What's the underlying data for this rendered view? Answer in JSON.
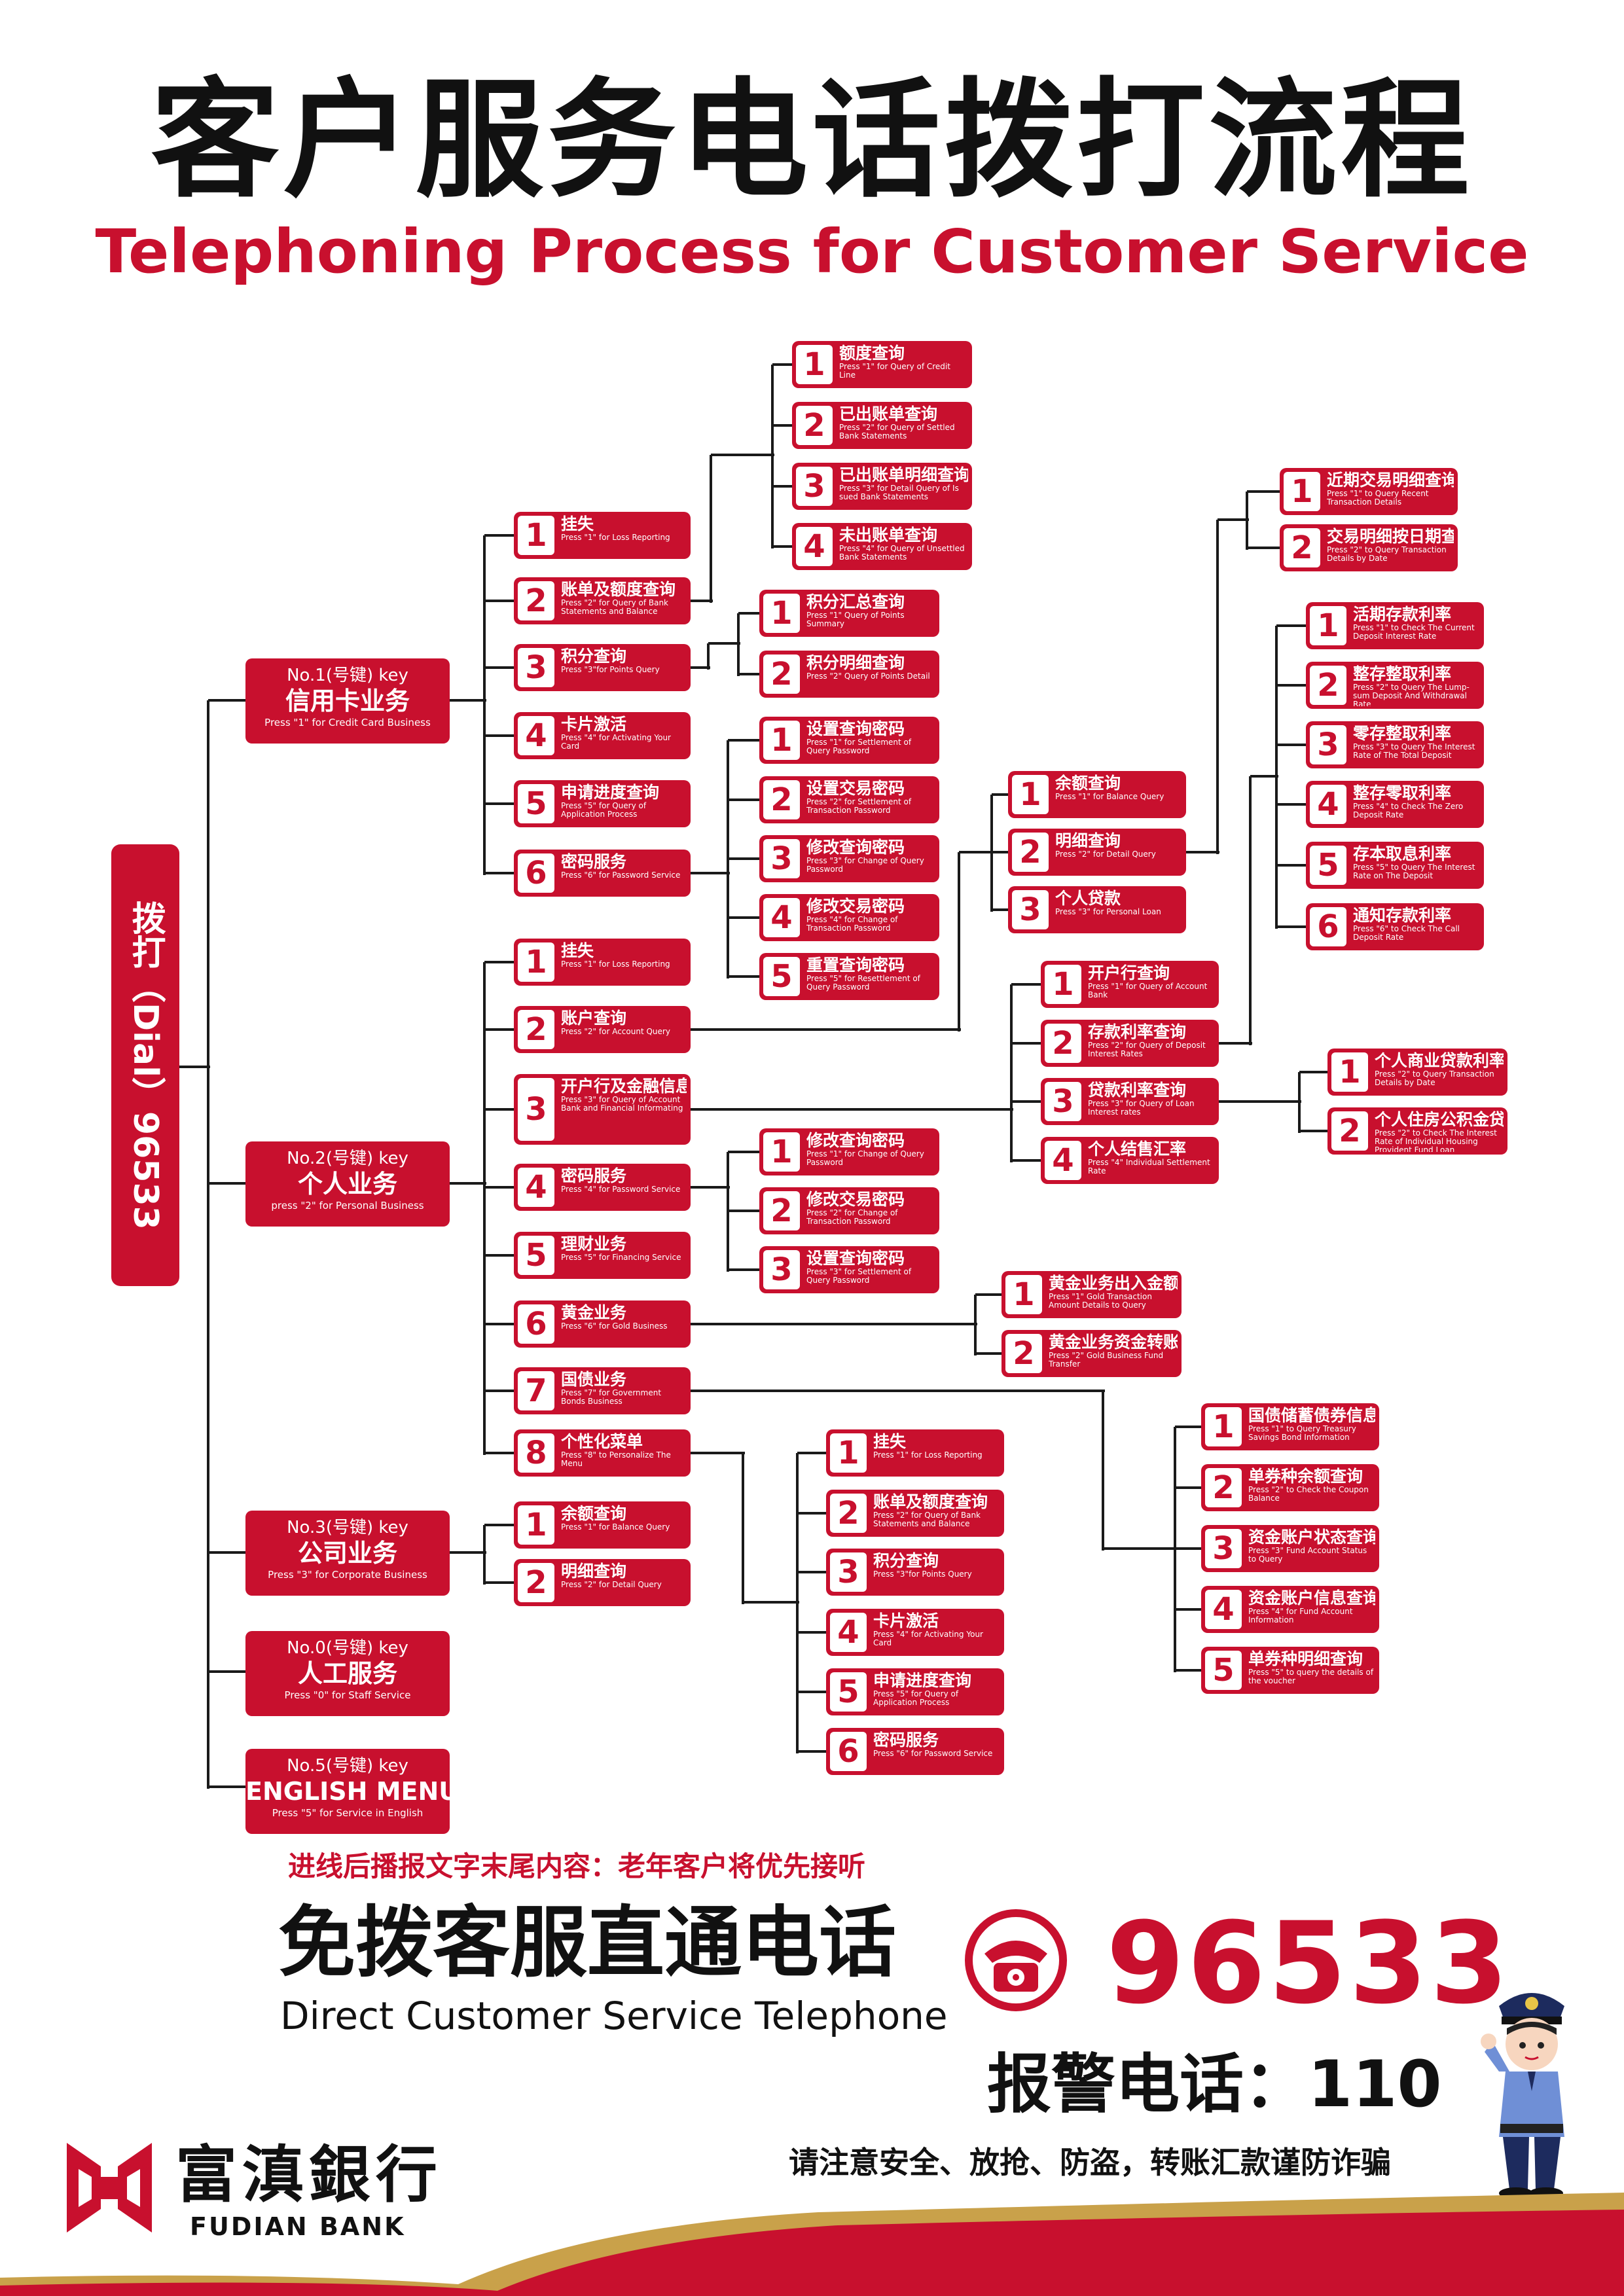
{
  "header": {
    "title": "客户服务电话拨打流程",
    "subtitle": "Telephoning Process for Customer Service"
  },
  "colors": {
    "brand_red": "#c8102e",
    "text_dark": "#111111",
    "gold": "#c9a14a"
  },
  "dial": {
    "text": "拨打（Dial）96533"
  },
  "tree": {
    "credit": {
      "key": "No.1(号键) key",
      "zh": "信用卡业务",
      "en": "Press \"1\" for Credit Card Business",
      "items": [
        {
          "n": "1",
          "zh": "挂失",
          "en": "Press \"1\" for Loss Reporting"
        },
        {
          "n": "2",
          "zh": "账单及额度查询",
          "en": "Press \"2\" for Query of Bank Statements and Balance"
        },
        {
          "n": "3",
          "zh": "积分查询",
          "en": "Press \"3\"for Points Query"
        },
        {
          "n": "4",
          "zh": "卡片激活",
          "en": "Press \"4\" for Activating Your Card"
        },
        {
          "n": "5",
          "zh": "申请进度查询",
          "en": "Press \"5\" for Query of Application Process"
        },
        {
          "n": "6",
          "zh": "密码服务",
          "en": "Press \"6\" for Password Service"
        }
      ],
      "billing": [
        {
          "n": "1",
          "zh": "额度查询",
          "en": "Press \"1\" for Query of Credit Line"
        },
        {
          "n": "2",
          "zh": "已出账单查询",
          "en": "Press \"2\" for Query of Settled Bank Statements"
        },
        {
          "n": "3",
          "zh": "已出账单明细查询",
          "en": "Press \"3\" for Detail Query of Is sued Bank Statements"
        },
        {
          "n": "4",
          "zh": "未出账单查询",
          "en": "Press \"4\" for Query of Unsettled Bank Statements"
        }
      ],
      "points": [
        {
          "n": "1",
          "zh": "积分汇总查询",
          "en": "Press \"1\" Query of Points Summary"
        },
        {
          "n": "2",
          "zh": "积分明细查询",
          "en": "Press \"2\" Query of Points Detail"
        }
      ],
      "password": [
        {
          "n": "1",
          "zh": "设置查询密码",
          "en": "Press \"1\" for Settlement of Query Password"
        },
        {
          "n": "2",
          "zh": "设置交易密码",
          "en": "Press \"2\" for Settlement of Transaction Password"
        },
        {
          "n": "3",
          "zh": "修改查询密码",
          "en": "Press \"3\" for Change of Query Password"
        },
        {
          "n": "4",
          "zh": "修改交易密码",
          "en": "Press \"4\" for Change of Transaction Password"
        },
        {
          "n": "5",
          "zh": "重置查询密码",
          "en": "Press \"5\" for Resettlement of Query Password"
        }
      ]
    },
    "personal": {
      "key": "No.2(号键) key",
      "zh": "个人业务",
      "en": "press \"2\" for Personal Business",
      "items": [
        {
          "n": "1",
          "zh": "挂失",
          "en": "Press \"1\" for Loss Reporting"
        },
        {
          "n": "2",
          "zh": "账户查询",
          "en": "Press \"2\" for Account Query"
        },
        {
          "n": "3",
          "zh": "开户行及金融信息查询",
          "en": "Press \"3\" for Query of Account Bank and Financial Informating"
        },
        {
          "n": "4",
          "zh": "密码服务",
          "en": "Press \"4\" for Password Service"
        },
        {
          "n": "5",
          "zh": "理财业务",
          "en": "Press \"5\" for Financing Service"
        },
        {
          "n": "6",
          "zh": "黄金业务",
          "en": "Press \"6\" for Gold Business"
        },
        {
          "n": "7",
          "zh": "国债业务",
          "en": "Press \"7\" for Government Bonds Business"
        },
        {
          "n": "8",
          "zh": "个性化菜单",
          "en": "Press \"8\" to Personalize The Menu"
        }
      ],
      "account": [
        {
          "n": "1",
          "zh": "余额查询",
          "en": "Press \"1\" for Balance Query"
        },
        {
          "n": "2",
          "zh": "明细查询",
          "en": "Press \"2\" for Detail Query"
        },
        {
          "n": "3",
          "zh": "个人贷款",
          "en": "Press \"3\" for Personal Loan"
        }
      ],
      "detail": [
        {
          "n": "1",
          "zh": "近期交易明细查询",
          "en": "Press \"1\" to Query Recent Transaction Details"
        },
        {
          "n": "2",
          "zh": "交易明细按日期查询",
          "en": "Press \"2\" to Query Transaction Details by Date"
        }
      ],
      "bankinfo": [
        {
          "n": "1",
          "zh": "开户行查询",
          "en": "Press \"1\" for Query of Account Bank"
        },
        {
          "n": "2",
          "zh": "存款利率查询",
          "en": "Press \"2\" for Query of Deposit Interest Rates"
        },
        {
          "n": "3",
          "zh": "贷款利率查询",
          "en": "Press \"3\" for Query of Loan Interest rates"
        },
        {
          "n": "4",
          "zh": "个人结售汇率",
          "en": "Press \"4\" Individual Settlement Rate"
        }
      ],
      "deposit": [
        {
          "n": "1",
          "zh": "活期存款利率",
          "en": "Press \"1\" to Check The Current Deposit Interest Rate"
        },
        {
          "n": "2",
          "zh": "整存整取利率",
          "en": "Press \"2\" to Query The Lump-sum Deposit And Withdrawal Rate"
        },
        {
          "n": "3",
          "zh": "零存整取利率",
          "en": "Press \"3\" to Query The Interest Rate of The Total Deposit"
        },
        {
          "n": "4",
          "zh": "整存零取利率",
          "en": "Press \"4\" to Check The Zero Deposit Rate"
        },
        {
          "n": "5",
          "zh": "存本取息利率",
          "en": "Press \"5\" to Query The Interest Rate on The Deposit"
        },
        {
          "n": "6",
          "zh": "通知存款利率",
          "en": "Press \"6\" to Check The Call Deposit Rate"
        }
      ],
      "loanrate": [
        {
          "n": "1",
          "zh": "个人商业贷款利率",
          "en": "Press \"2\" to Query Transaction Details by Date"
        },
        {
          "n": "2",
          "zh": "个人住房公积金贷款利率",
          "en": "Press \"2\" to Check The Interest Rate of Individual Housing Provident Fund Loan"
        }
      ],
      "pwd": [
        {
          "n": "1",
          "zh": "修改查询密码",
          "en": "Press \"1\" for Change of Query Password"
        },
        {
          "n": "2",
          "zh": "修改交易密码",
          "en": "Press \"2\" for Change of Transaction Password"
        },
        {
          "n": "3",
          "zh": "设置查询密码",
          "en": "Press \"3\" for Settlement of Query Password"
        }
      ],
      "gold": [
        {
          "n": "1",
          "zh": "黄金业务出入金额明细查询",
          "en": "Press \"1\" Gold Transaction Amount Details to Query"
        },
        {
          "n": "2",
          "zh": "黄金业务资金转账",
          "en": "Press \"2\" Gold Business Fund Transfer"
        }
      ],
      "bonds": [
        {
          "n": "1",
          "zh": "国债储蓄债券信息查询",
          "en": "Press \"1\" to Query Treasury Savings Bond Information"
        },
        {
          "n": "2",
          "zh": "单券种余额查询",
          "en": "Press \"2\" to Check the Coupon Balance"
        },
        {
          "n": "3",
          "zh": "资金账户状态查询",
          "en": "Press \"3\" Fund Account Status to Query"
        },
        {
          "n": "4",
          "zh": "资金账户信息查询",
          "en": "Press \"4\" for Fund Account Information"
        },
        {
          "n": "5",
          "zh": "单券种明细查询",
          "en": "Press \"5\" to query the details of the voucher"
        }
      ],
      "custom": [
        {
          "n": "1",
          "zh": "挂失",
          "en": "Press \"1\" for Loss Reporting"
        },
        {
          "n": "2",
          "zh": "账单及额度查询",
          "en": "Press \"2\" for Query of Bank Statements and Balance"
        },
        {
          "n": "3",
          "zh": "积分查询",
          "en": "Press \"3\"for Points Query"
        },
        {
          "n": "4",
          "zh": "卡片激活",
          "en": "Press \"4\" for Activating Your Card"
        },
        {
          "n": "5",
          "zh": "申请进度查询",
          "en": "Press \"5\" for Query of Application Process"
        },
        {
          "n": "6",
          "zh": "密码服务",
          "en": "Press \"6\" for Password Service"
        }
      ]
    },
    "corporate": {
      "key": "No.3(号键) key",
      "zh": "公司业务",
      "en": "Press \"3\" for Corporate Business",
      "items": [
        {
          "n": "1",
          "zh": "余额查询",
          "en": "Press \"1\" for Balance Query"
        },
        {
          "n": "2",
          "zh": "明细查询",
          "en": "Press \"2\" for Detail Query"
        }
      ]
    },
    "staff": {
      "key": "No.0(号键) key",
      "zh": "人工服务",
      "en": "Press \"0\" for Staff Service"
    },
    "english": {
      "key": "No.5(号键) key",
      "zh": "ENGLISH MENU(英文菜单)",
      "en": "Press \"5\" for Service in English"
    }
  },
  "footer": {
    "note": "进线后播报文字末尾内容：老年客户将优先接听",
    "direct_zh": "免拨客服直通电话",
    "direct_en": "Direct Customer Service Telephone",
    "phone_icon": "telephone-icon",
    "hotline": "96533",
    "police": "报警电话：110",
    "warning": "请注意安全、放抢、防盗，转账汇款谨防诈骗",
    "logo_zh": "富滇銀行",
    "logo_en": "FUDIAN BANK"
  }
}
